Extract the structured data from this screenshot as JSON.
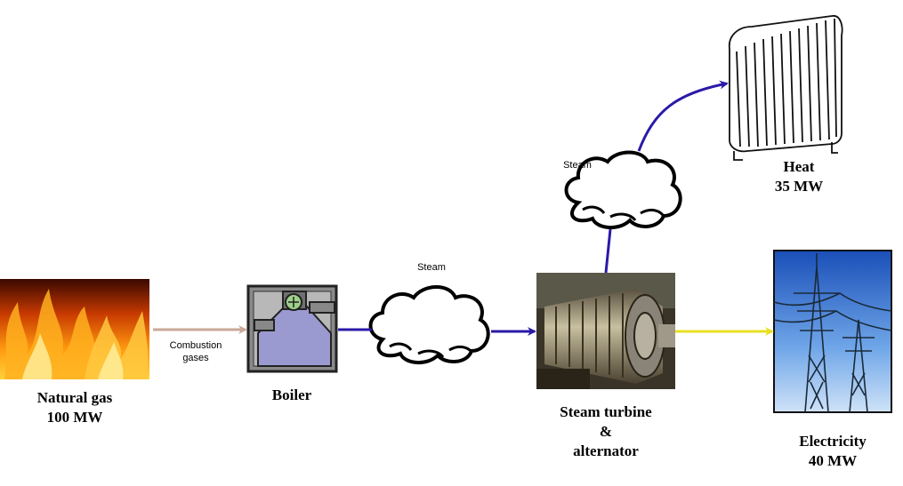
{
  "nodes": {
    "natural_gas": {
      "name": "Natural gas",
      "value": "100 MW"
    },
    "boiler": {
      "name": "Boiler"
    },
    "turbine": {
      "line1": "Steam turbine",
      "line2": "&",
      "line3": "alternator"
    },
    "heat": {
      "name": "Heat",
      "value": "35 MW"
    },
    "electricity": {
      "name": "Electricity",
      "value": "40 MW"
    }
  },
  "flows": {
    "combustion": {
      "line1": "Combustion",
      "line2": "gases"
    },
    "steam_main": "Steam",
    "steam_heat": "Steam"
  },
  "colors": {
    "combustion_arrow": "#c9a898",
    "steam_arrow": "#2a1aa8",
    "electricity_arrow": "#e8e020"
  },
  "icons": [
    "flame-icon",
    "boiler-icon",
    "cloud-icon",
    "turbine-icon",
    "radiator-icon",
    "pylon-icon"
  ]
}
